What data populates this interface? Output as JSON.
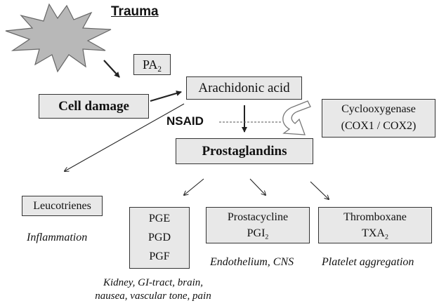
{
  "trauma": "Trauma",
  "pa2": {
    "main": "PA",
    "sub": "2"
  },
  "cell_damage": "Cell damage",
  "arachidonic_acid": "Arachidonic acid",
  "nsaid": "NSAID",
  "cyclooxygenase": {
    "line1": "Cyclooxygenase",
    "line2": "(COX1 / COX2)"
  },
  "prostaglandins": "Prostaglandins",
  "leucotrienes": "Leucotrienes",
  "inflammation": "Inflammation",
  "pg_group": [
    "PGE",
    "PGD",
    "PGF"
  ],
  "prostacycline": {
    "line1": "Prostacycline",
    "main": "PGI",
    "sub": "2"
  },
  "thromboxane": {
    "line1": "Thromboxane",
    "main": "TXA",
    "sub": "2"
  },
  "endothelium": "Endothelium, CNS",
  "platelet": "Platelet aggregation",
  "kidney": {
    "line1": "Kidney, GI-tract, brain,",
    "line2": "nausea, vascular tone, pain"
  }
}
